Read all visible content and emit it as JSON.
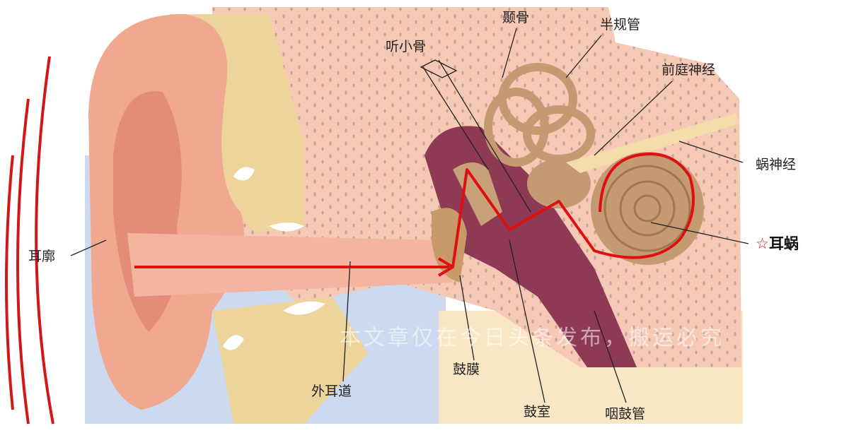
{
  "labels": {
    "auricle": "耳廓",
    "ear_canal": "外耳道",
    "ossicles": "听小骨",
    "temporal_bone": "颞骨",
    "semicircular_canals": "半规管",
    "vestibular_nerve": "前庭神经",
    "cochlear_nerve": "蜗神经",
    "cochlea": "耳蜗",
    "eardrum": "鼓膜",
    "tympanic_cavity": "鼓室",
    "eustachian_tube": "咽鼓管"
  },
  "highlight": {
    "icon": "star-icon",
    "color": "#cc1111"
  },
  "watermark": "本文章仅在今日头条发布，搬运必究",
  "colors": {
    "sound_path": "#e01010",
    "bone": "#f6c9b6",
    "skin": "#f0a890",
    "cavity": "#8e3a55",
    "background_blue": "#cdd9ee",
    "background_cream": "#f8e6c4"
  }
}
